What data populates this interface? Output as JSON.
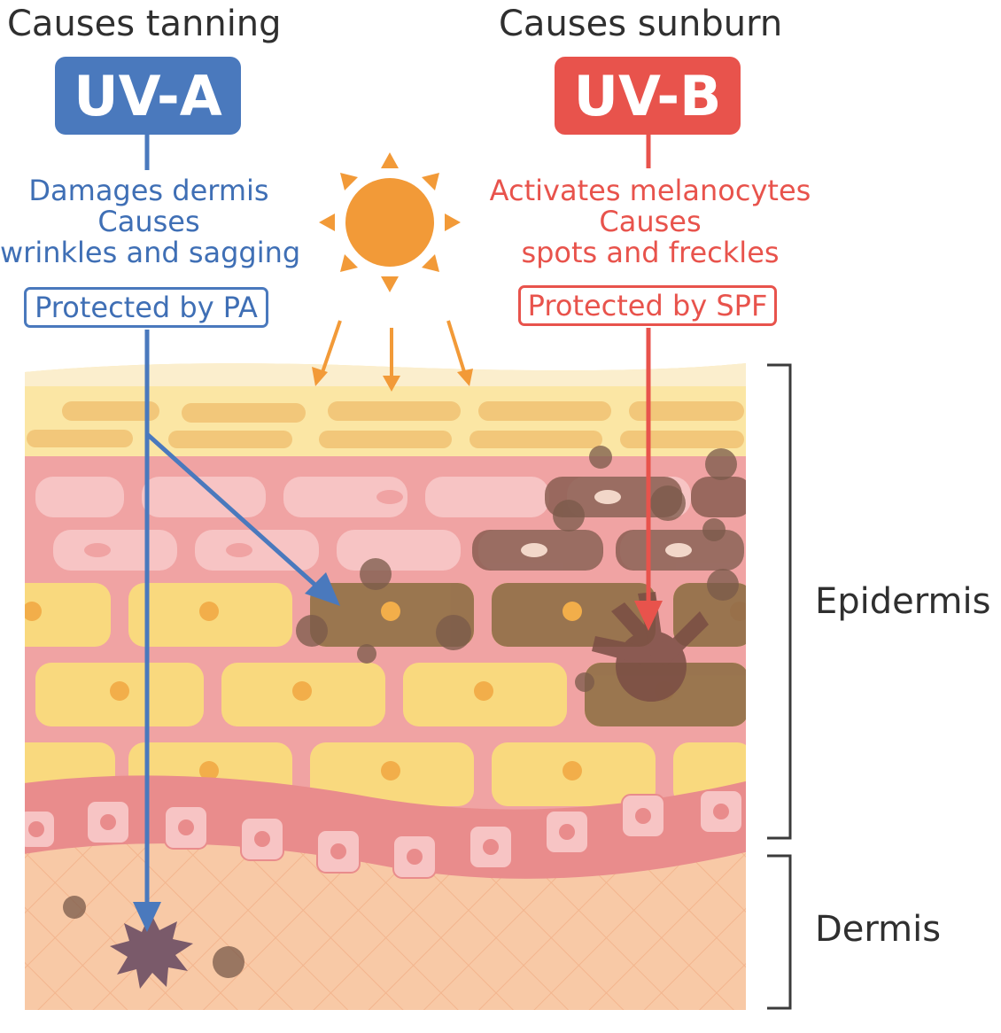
{
  "uva": {
    "heading": "Causes tanning",
    "label": "UV-A",
    "color": "#4a79bd",
    "effect_lines": [
      "Damages dermis",
      "Causes",
      "wrinkles and sagging"
    ],
    "protection": "Protected by PA"
  },
  "uvb": {
    "heading": "Causes sunburn",
    "label": "UV-B",
    "color": "#e8534c",
    "effect_lines": [
      "Activates melanocytes",
      "Causes",
      "spots and freckles"
    ],
    "protection": "Protected by SPF"
  },
  "layers": {
    "epidermis": "Epidermis",
    "dermis": "Dermis"
  },
  "colors": {
    "sun": "#f29a38",
    "skin_pink": "#f0a3a3",
    "cell_yellow": "#f9d97e",
    "dermis": "#f8c9a6",
    "pigment": "#7a5a4a"
  }
}
